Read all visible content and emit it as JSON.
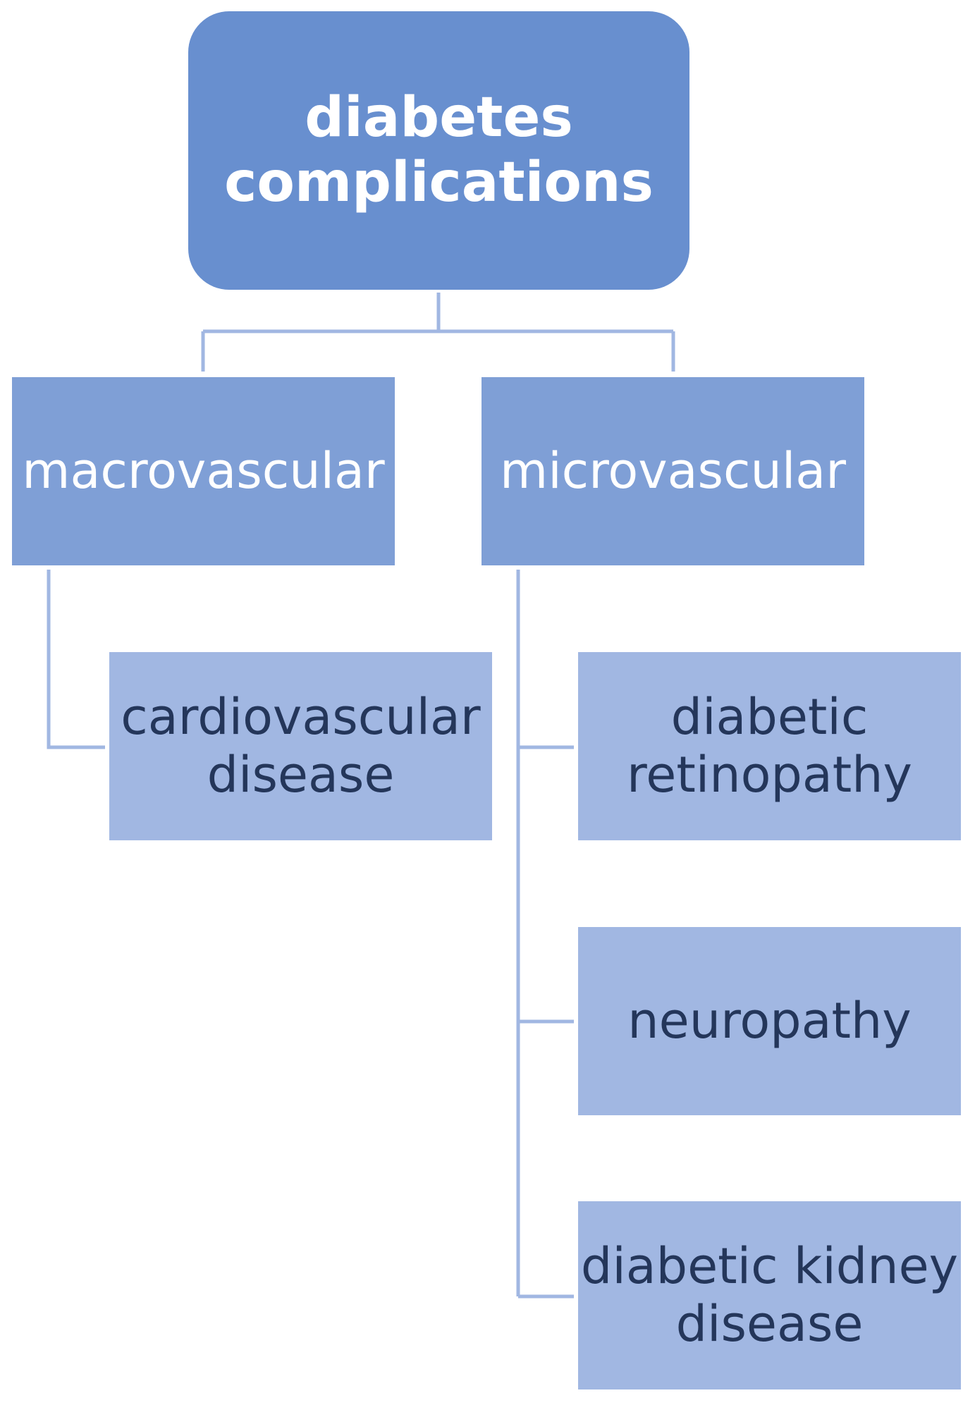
{
  "diagram": {
    "root": {
      "label": "diabetes complications"
    },
    "branches": [
      {
        "label": "macrovascular",
        "children": [
          {
            "label": "cardiovascular disease"
          }
        ]
      },
      {
        "label": "microvascular",
        "children": [
          {
            "label": "diabetic retinopathy"
          },
          {
            "label": "neuropathy"
          },
          {
            "label": "diabetic kidney disease"
          }
        ]
      }
    ]
  },
  "colors": {
    "root_fill": "#688fcf",
    "level1_fill": "#7f9fd6",
    "level2_fill": "#a1b7e2",
    "connector": "#a1b7e2",
    "root_text": "#ffffff",
    "level1_text": "#ffffff",
    "level2_text": "#24365a"
  }
}
